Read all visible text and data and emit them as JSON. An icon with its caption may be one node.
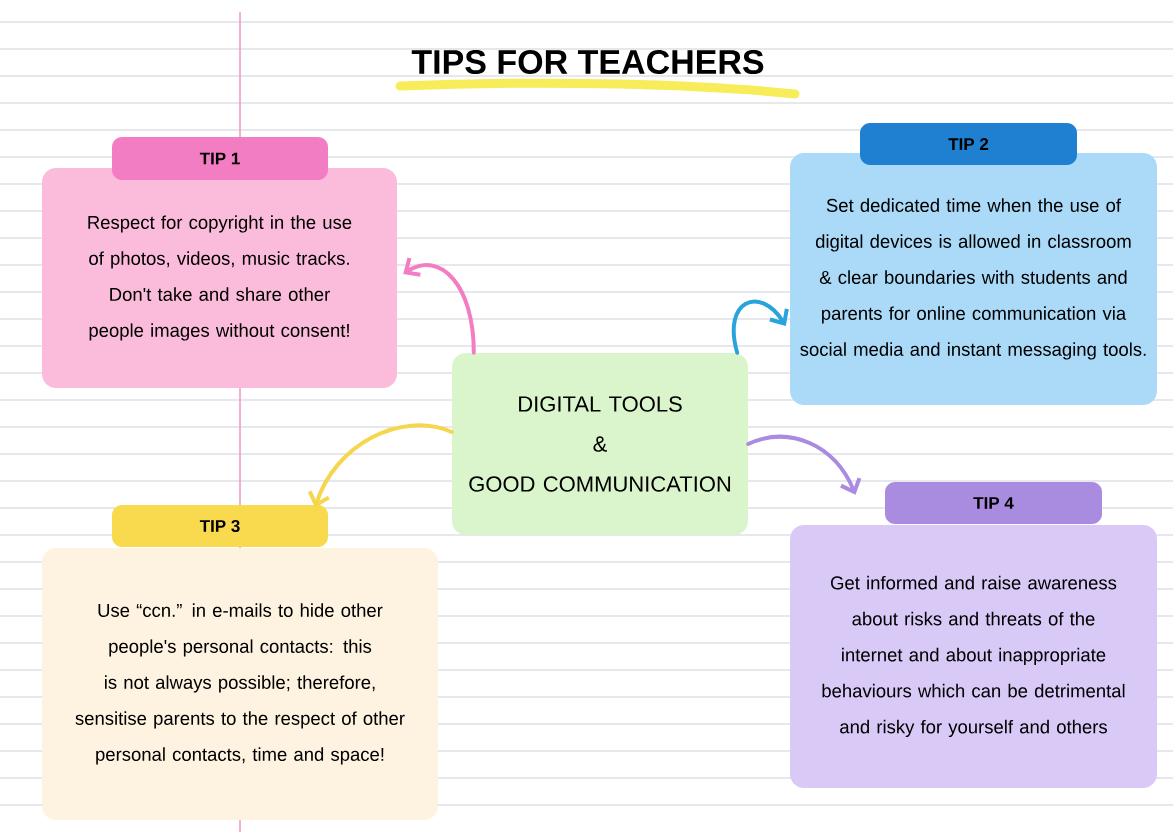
{
  "diagram": {
    "title": "TIPS FOR TEACHERS",
    "nodes": [
      {
        "text": [
          "TIP 1",
          "Respect for copyright in the use of photos, videos, music tracks.",
          "Don't take and share other people images without consent!"
        ]
      },
      {
        "text": [
          "TIP 2",
          "Set dedicated time when the use of digital devices is allowed in classroom & clear boundaries with students and parents for online communication via social media and instant messaging tools."
        ]
      },
      {
        "text": [
          "DIGITAL TOOLS",
          "&",
          "GOOD COMMUNICATION"
        ]
      },
      {
        "text": [
          "TIP 3",
          "Use “ccn.” in e-mails to hide other people's personal contacts: this is not always possible; therefore, sensitise parents to the respect of other personal contacts, time and space!"
        ]
      },
      {
        "text": [
          "TIP 4",
          "Get informed and raise awareness about risks and threats of the internet and about inappropriate behaviours which can be detrimental and risky for yourself and others"
        ]
      }
    ],
    "edges": [
      {
        "from": 2,
        "to": 0,
        "arrow": "to",
        "color": "#f27dc2"
      },
      {
        "from": 2,
        "to": 1,
        "arrow": "to",
        "color": "#2aa3dc"
      },
      {
        "from": 2,
        "to": 3,
        "arrow": "to",
        "color": "#f5d64c"
      },
      {
        "from": 2,
        "to": 4,
        "arrow": "to",
        "color": "#a98be0"
      }
    ]
  }
}
